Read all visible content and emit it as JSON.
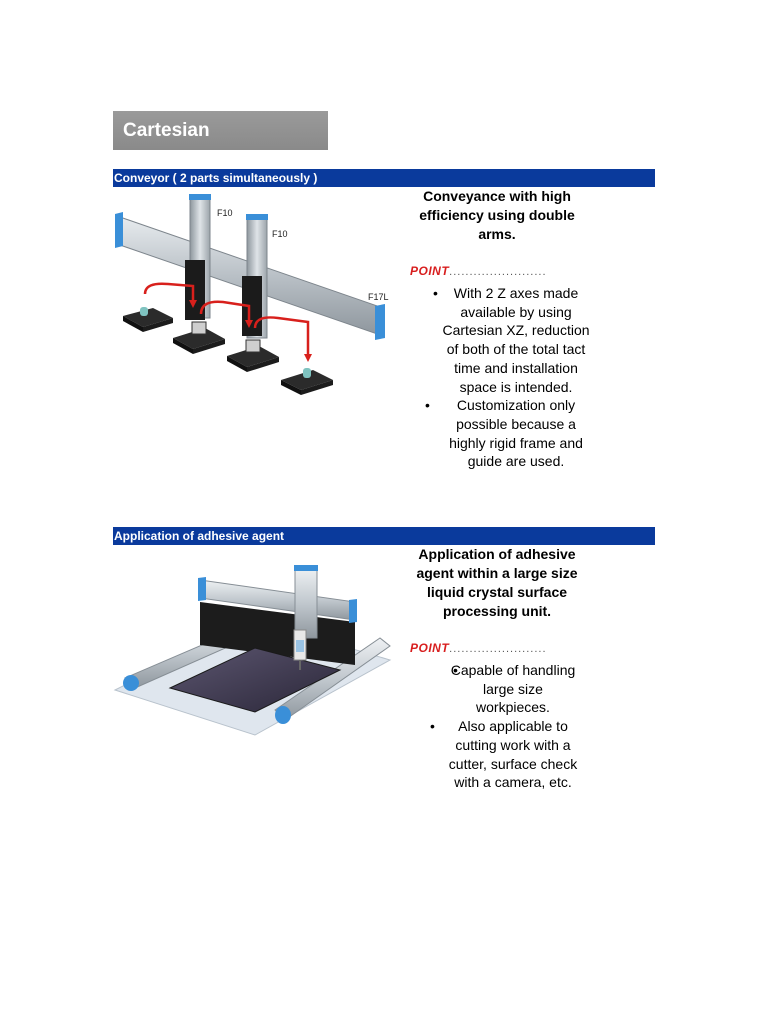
{
  "title": "Cartesian",
  "colors": {
    "section_bar": "#0a3a9c",
    "title_box": "#929292",
    "point": "#d81e1e",
    "arrow": "#d8201c"
  },
  "sections": [
    {
      "header": "Conveyor ( 2 parts simultaneously )",
      "heading": "Conveyance with high efficiency using double arms.",
      "point_label": "POINT",
      "point_dots": "........................",
      "bullets": [
        "With 2 Z axes made available by using Cartesian XZ, reduction of both of the total tact time and installation space is intended.",
        "Customization only possible because a highly rigid frame and guide are used."
      ],
      "figure_labels": {
        "f10_a": "F10",
        "f10_b": "F10",
        "f17l": "F17L"
      }
    },
    {
      "header": "Application of adhesive agent",
      "heading": "Application of adhesive agent within a large size liquid crystal surface processing unit.",
      "point_label": "POINT",
      "point_dots": "........................",
      "bullets": [
        "Capable of handling large size workpieces.",
        "Also applicable to cutting work with a cutter, surface check with a camera, etc."
      ]
    }
  ]
}
